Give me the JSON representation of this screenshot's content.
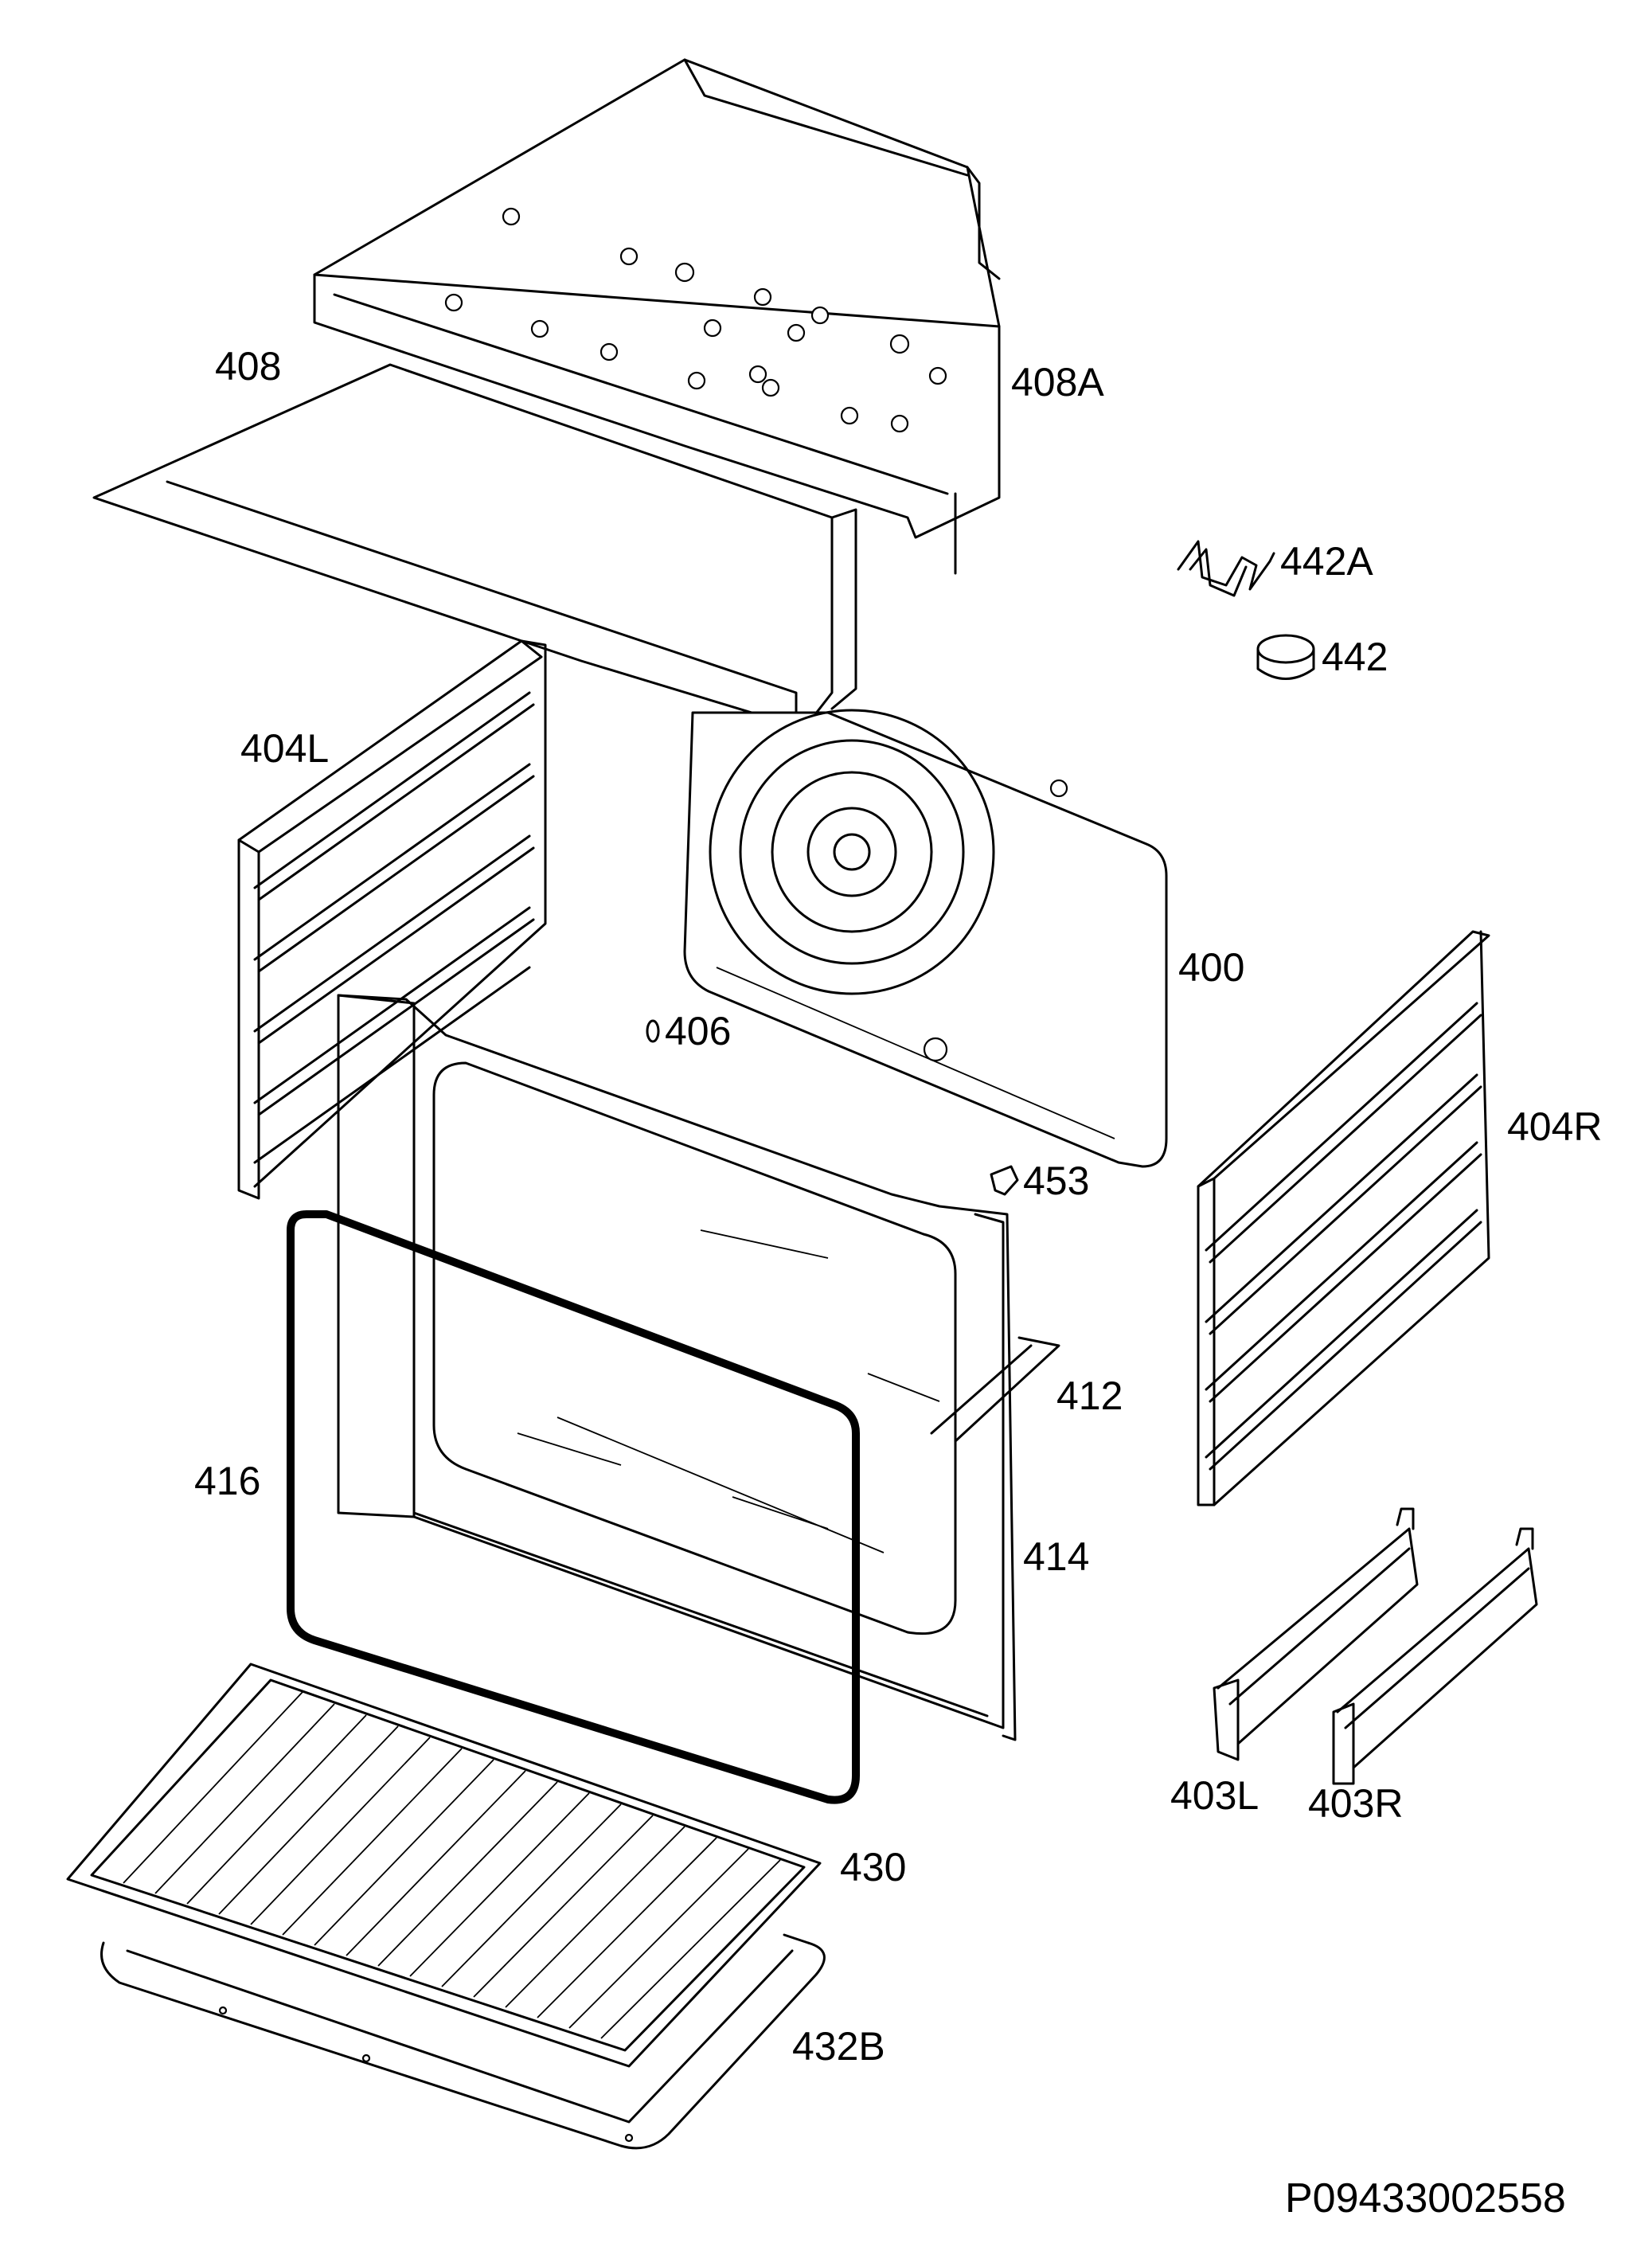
{
  "labels": {
    "l408": "408",
    "l408A": "408A",
    "l442A": "442A",
    "l442": "442",
    "l404L": "404L",
    "l400": "400",
    "l406": "406",
    "l404R": "404R",
    "l453": "453",
    "l412": "412",
    "l416": "416",
    "l414": "414",
    "l403L": "403L",
    "l403R": "403R",
    "l430": "430",
    "l432B": "432B"
  },
  "reference_code": "P09433002558"
}
